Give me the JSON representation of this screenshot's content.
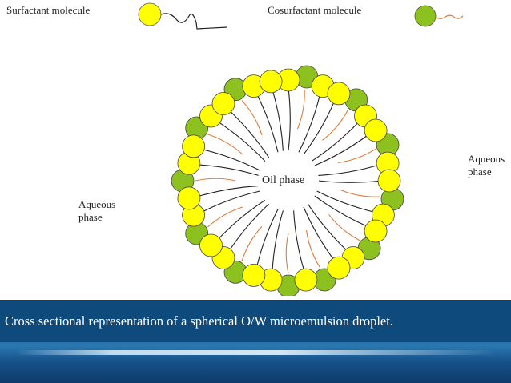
{
  "legend": {
    "surfactant_label": "Surfactant molecule",
    "cosurfactant_label": "Cosurfactant molecule"
  },
  "diagram": {
    "center_label": "Oil phase",
    "left_phase_label": "Aqueous\nphase",
    "right_phase_label": "Aqueous\nphase"
  },
  "colors": {
    "surfactant_head": "#ffff00",
    "cosurfactant_head": "#8cc11f",
    "surfactant_tail": "#222222",
    "cosurfactant_tail": "#e07a3a",
    "caption_band": "#0f4a7c"
  },
  "caption": "Cross sectional representation of a spherical O/W microemulsion droplet."
}
